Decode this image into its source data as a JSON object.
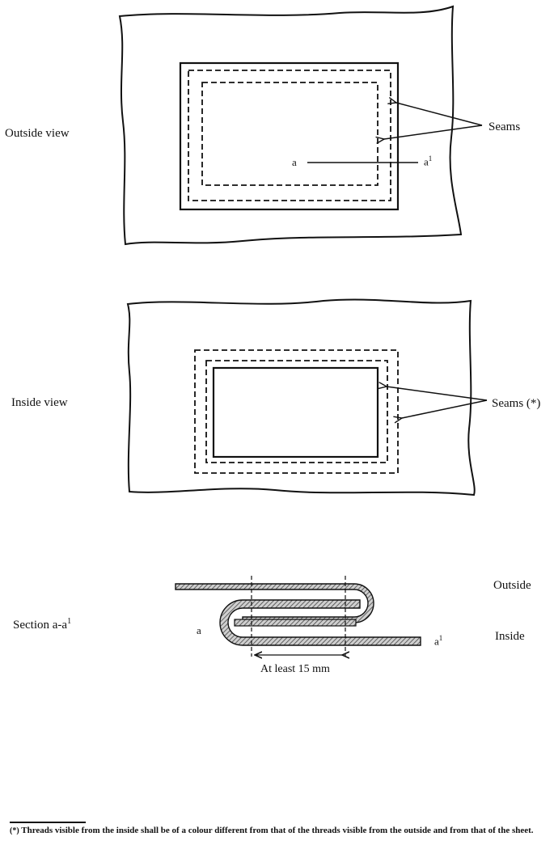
{
  "outside_view": {
    "label": "Outside view",
    "seams_label": "Seams",
    "point_a": "a",
    "point_a1_base": "a",
    "point_a1_sup": "1"
  },
  "inside_view": {
    "label": "Inside view",
    "seams_label": "Seams (*)"
  },
  "section": {
    "label_base": "Section a-a",
    "label_sup": "1",
    "outside_label": "Outside",
    "inside_label": "Inside",
    "point_a": "a",
    "point_a1_base": "a",
    "point_a1_sup": "1",
    "dimension_label": "At least 15 mm"
  },
  "footnote": {
    "marker": "(*)",
    "text": "Threads visible from the inside shall be of a colour different from that of the threads visible from the outside and from that of the sheet."
  },
  "colors": {
    "ink": "#111111",
    "hatch": "#555555"
  }
}
